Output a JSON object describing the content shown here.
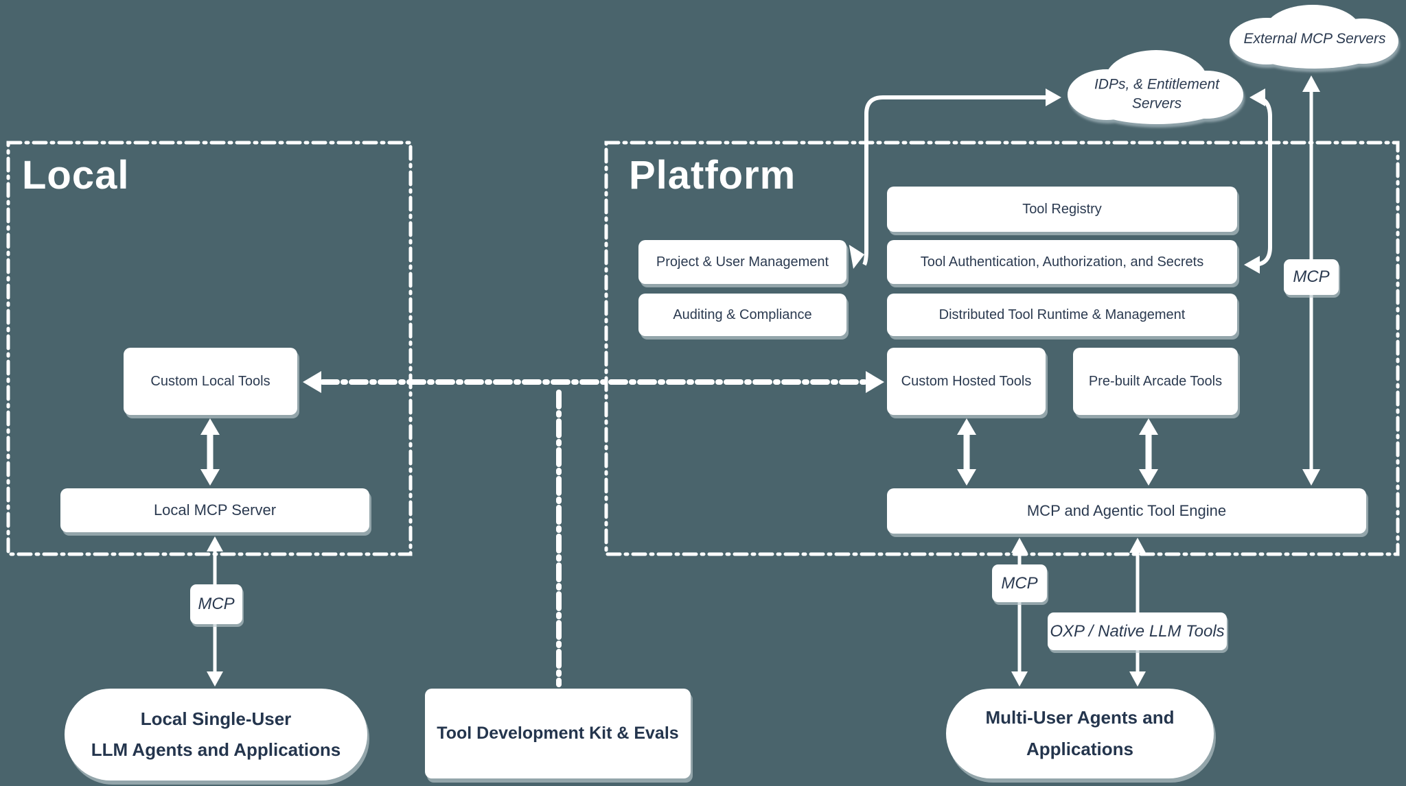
{
  "colors": {
    "background": "#4a646c",
    "node_fill": "#ffffff",
    "node_text": "#2b3a50",
    "wire": "#ffffff",
    "shadow": "#bac7cd"
  },
  "regions": {
    "local": {
      "title": "Local"
    },
    "platform": {
      "title": "Platform"
    }
  },
  "clouds": {
    "external_mcp": {
      "label": "External MCP Servers"
    },
    "idp": {
      "line1": "IDPs, & Entitlement",
      "line2": "Servers"
    }
  },
  "nodes": {
    "custom_local_tools": "Custom Local Tools",
    "local_mcp_server": "Local MCP Server",
    "tool_registry": "Tool Registry",
    "project_user_mgmt": "Project & User Management",
    "tool_auth": "Tool Authentication, Authorization, and Secrets",
    "auditing": "Auditing & Compliance",
    "distributed_runtime": "Distributed Tool Runtime & Management",
    "custom_hosted": "Custom Hosted Tools",
    "prebuilt_arcade": "Pre-built Arcade Tools",
    "mcp_engine": "MCP and Agentic Tool Engine",
    "tdk": "Tool Development Kit & Evals"
  },
  "edge_labels": {
    "mcp_local": "MCP",
    "mcp_platform": "MCP",
    "mcp_external": "MCP",
    "oxp": "OXP / Native LLM Tools"
  },
  "agents": {
    "local_line1": "Local Single-User",
    "local_line2": "LLM Agents and Applications",
    "multi_line1": "Multi-User Agents and",
    "multi_line2": "Applications"
  }
}
